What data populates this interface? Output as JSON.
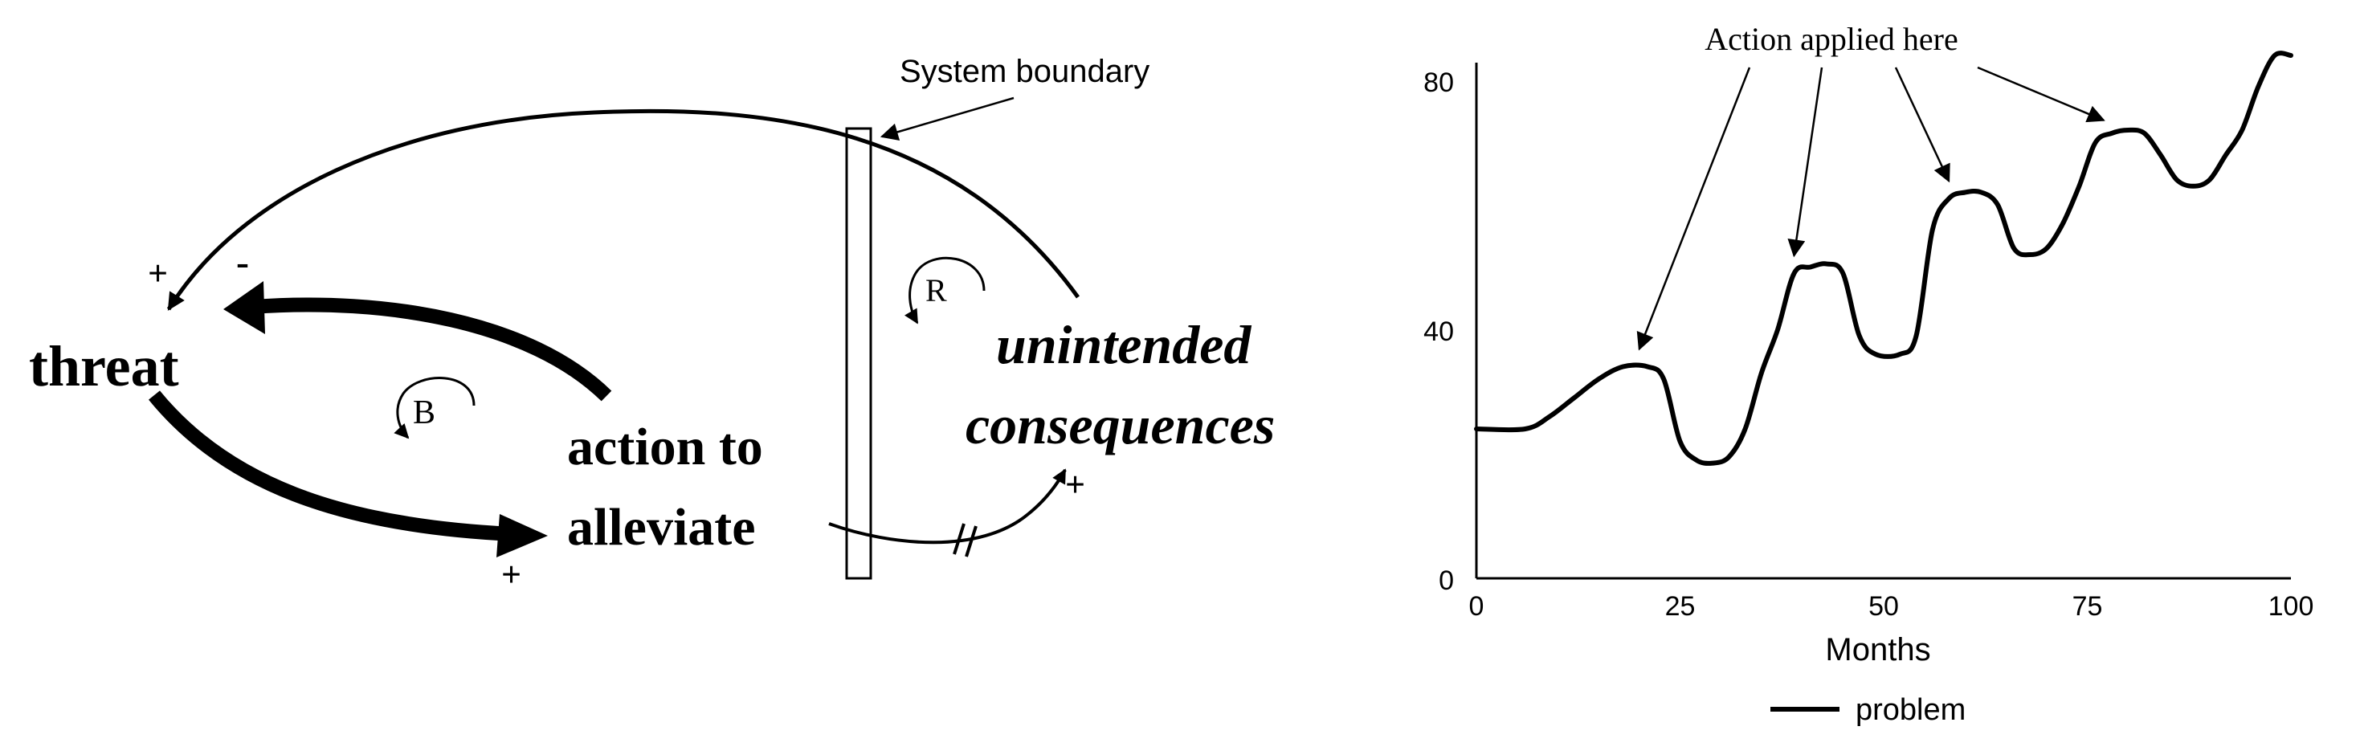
{
  "diagram": {
    "nodes": {
      "threat": "threat",
      "action_line1": "action to",
      "action_line2": "alleviate",
      "unintended_line1": "unintended",
      "unintended_line2": "consequences"
    },
    "loops": {
      "balancing": "B",
      "reinforcing": "R"
    },
    "polarities": {
      "top_arc_end": "+",
      "action_to_threat": "-",
      "threat_to_action": "+",
      "action_to_unintended": "+"
    },
    "system_boundary_label": "System boundary"
  },
  "chart_data": {
    "type": "line",
    "title": "",
    "annotation": "Action applied here",
    "annotation_targets_x": [
      20,
      39,
      58,
      77
    ],
    "xlabel": "Months",
    "ylabel": "",
    "xlim": [
      0,
      100
    ],
    "ylim": [
      0,
      80
    ],
    "xticks": [
      0,
      25,
      50,
      75,
      100
    ],
    "yticks": [
      0,
      40,
      80
    ],
    "legend_position": "bottom",
    "grid": false,
    "series": [
      {
        "name": "problem",
        "color": "#000000",
        "x": [
          0,
          6,
          9,
          12,
          15,
          18,
          21,
          23,
          25,
          27,
          29,
          31,
          33,
          35,
          37,
          39,
          41,
          43,
          45,
          47,
          49,
          52,
          54,
          56,
          58,
          60,
          62,
          64,
          66,
          68,
          70,
          72,
          74,
          76,
          78,
          80,
          82,
          84,
          86,
          88,
          90,
          92,
          94,
          96,
          98,
          100
        ],
        "y": [
          24,
          24,
          26,
          29,
          32,
          34,
          34,
          32,
          22,
          19,
          18.5,
          19.5,
          24,
          33,
          40,
          49,
          50,
          50.5,
          49,
          39,
          36,
          36,
          39,
          56,
          61,
          62,
          62,
          60,
          53,
          52,
          53,
          57,
          63,
          70,
          71.5,
          72,
          71.5,
          68,
          64,
          63,
          64,
          68,
          72,
          79,
          84,
          84
        ]
      }
    ]
  }
}
